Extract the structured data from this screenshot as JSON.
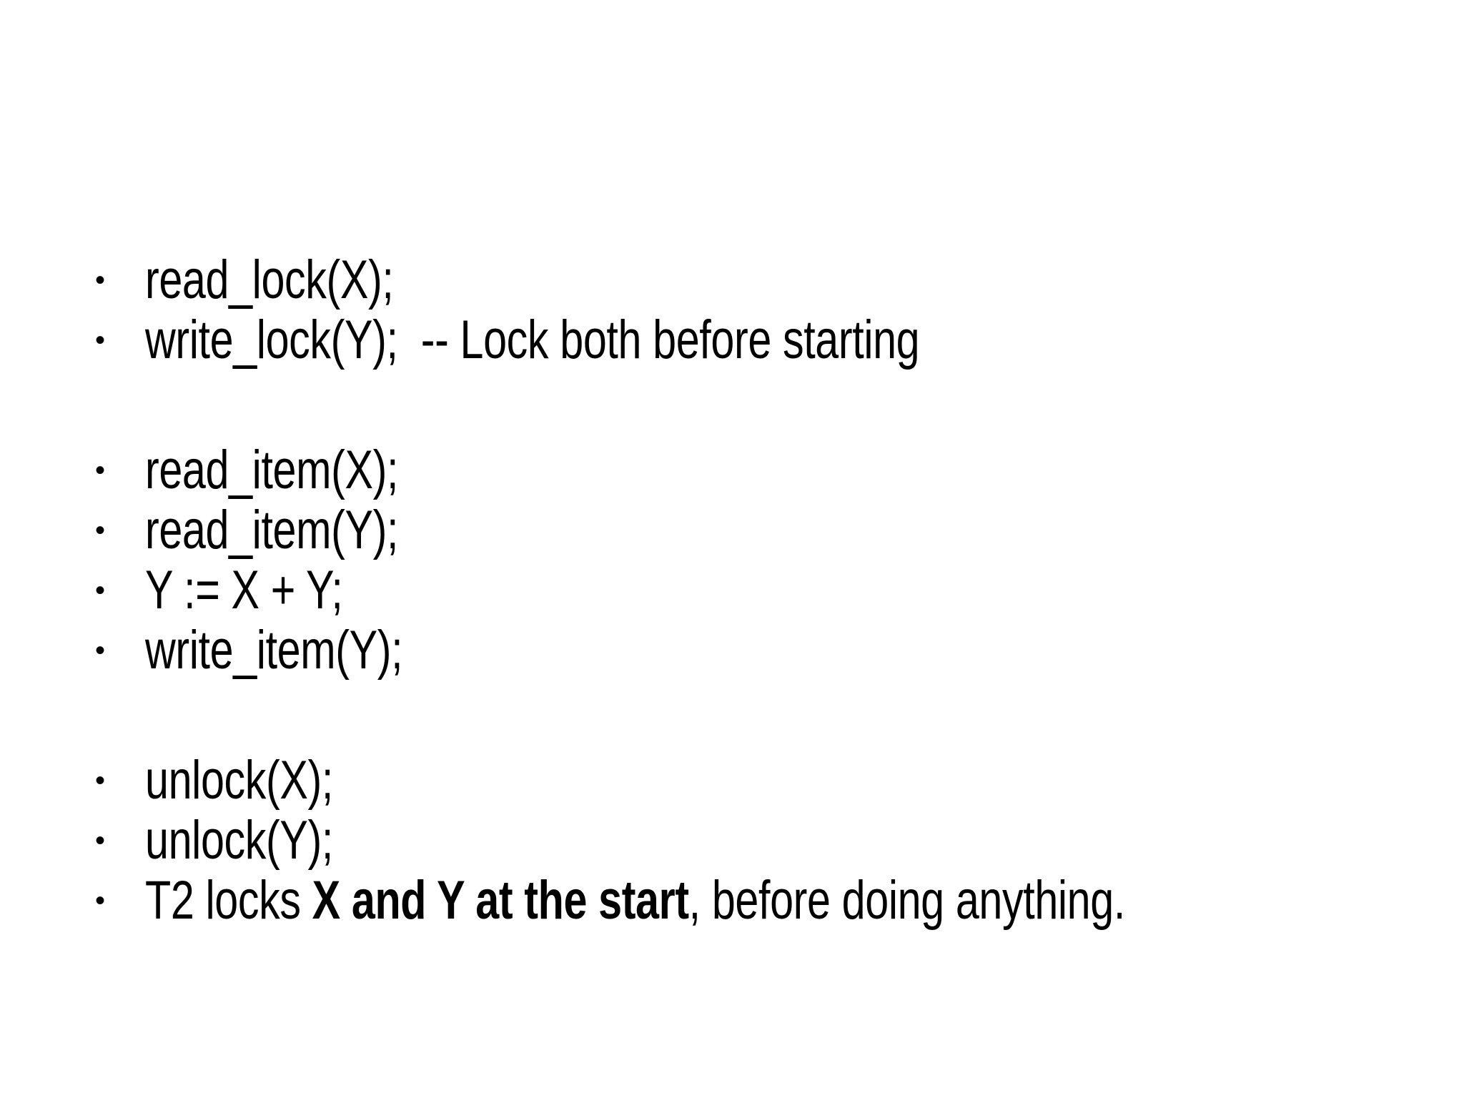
{
  "slide": {
    "background_color": "#ffffff",
    "text_color": "#000000",
    "bullet_glyph": "•",
    "groups": [
      {
        "items": [
          {
            "segments": [
              {
                "text": "read_lock(X);",
                "bold": false
              }
            ]
          },
          {
            "segments": [
              {
                "text": "write_lock(Y);  -- Lock both before starting",
                "bold": false
              }
            ]
          }
        ]
      },
      {
        "items": [
          {
            "segments": [
              {
                "text": "read_item(X);",
                "bold": false
              }
            ]
          },
          {
            "segments": [
              {
                "text": "read_item(Y);",
                "bold": false
              }
            ]
          },
          {
            "segments": [
              {
                "text": "Y := X + Y;",
                "bold": false
              }
            ]
          },
          {
            "segments": [
              {
                "text": "write_item(Y);",
                "bold": false
              }
            ]
          }
        ]
      },
      {
        "items": [
          {
            "segments": [
              {
                "text": "unlock(X);",
                "bold": false
              }
            ]
          },
          {
            "segments": [
              {
                "text": "unlock(Y);",
                "bold": false
              }
            ]
          },
          {
            "segments": [
              {
                "text": "T2 locks ",
                "bold": false
              },
              {
                "text": "X and Y at the start",
                "bold": true
              },
              {
                "text": ", before doing anything.",
                "bold": false
              }
            ]
          }
        ]
      }
    ]
  }
}
